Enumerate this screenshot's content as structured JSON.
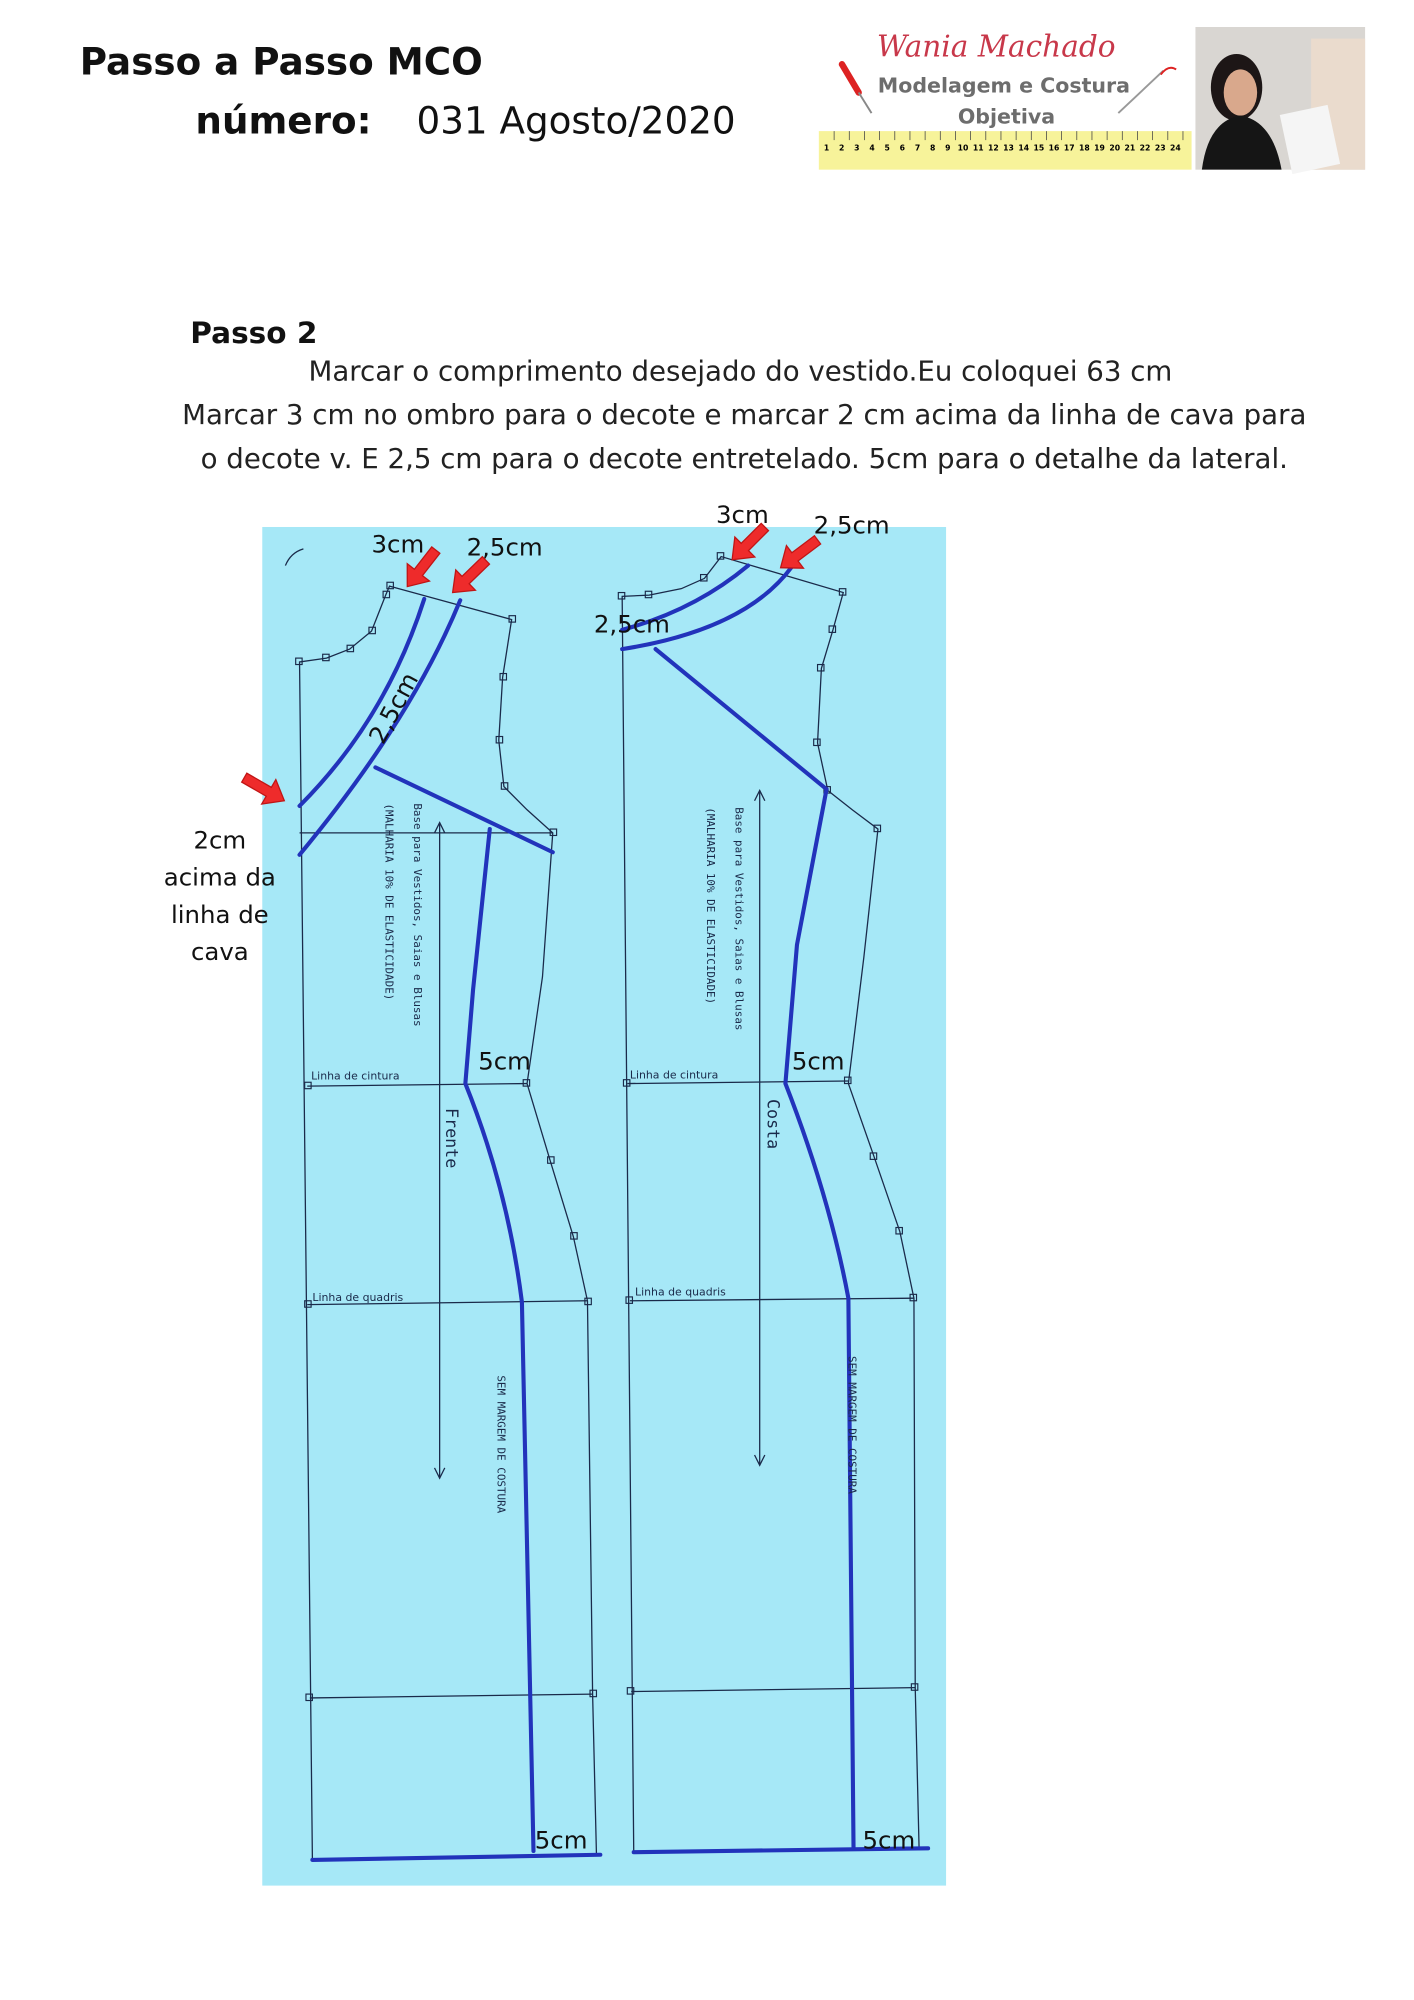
{
  "header": {
    "title": "Passo a Passo MCO",
    "number_label": "número:",
    "number_value": "031 Agosto/2020"
  },
  "logo": {
    "script_name": "Wania Machado",
    "line1": "Modelagem e Costura",
    "line2": "Objetiva",
    "ruler_numbers": [
      "1",
      "2",
      "3",
      "4",
      "5",
      "6",
      "7",
      "8",
      "9",
      "10",
      "11",
      "12",
      "13",
      "14",
      "15",
      "16",
      "17",
      "18",
      "19",
      "20",
      "21",
      "22",
      "23",
      "24"
    ]
  },
  "step": {
    "title": "Passo 2",
    "lines": [
      "Marcar o comprimento desejado do vestido.Eu coloquei 63 cm",
      "Marcar 3 cm no ombro para o decote e marcar 2 cm acima da linha de cava para",
      "o decote v. E 2,5 cm para o decote entretelado. 5cm para o detalhe da lateral."
    ]
  },
  "pattern": {
    "front": {
      "label_3cm": "3cm",
      "label_25cm_top": "2,5cm",
      "label_25cm_diag": "2,5cm",
      "label_5cm_waist": "5cm",
      "label_5cm_hem": "5cm",
      "side_note": [
        "2cm",
        "acima da",
        "linha de",
        "cava"
      ],
      "base_text": "Base para Vestidos, Saias e Blusas",
      "base_sub": "(MALHARIA 10% DE ELASTICIDADE)",
      "piece_name": "Frente",
      "seam_note": "SEM MARGEM DE COSTURA",
      "waist_line": "Linha de cintura",
      "hip_line": "Linha de quadris"
    },
    "back": {
      "label_3cm": "3cm",
      "label_25cm_top": "2,5cm",
      "label_25cm_neck": "2,5cm",
      "label_5cm_waist": "5cm",
      "label_5cm_hem": "5cm",
      "base_text": "Base para Vestidos, Saias e Blusas",
      "base_sub": "(MALHARIA 10% DE ELASTICIDADE)",
      "piece_name": "Costa",
      "seam_note": "SEM MARGEM DE COSTURA",
      "waist_line": "Linha de cintura",
      "hip_line": "Linha de quadris"
    }
  },
  "colors": {
    "paper": "#a6e8f7",
    "marker": "#2233bb",
    "arrow": "#ee2b2b",
    "logo_red": "#c8384a"
  }
}
